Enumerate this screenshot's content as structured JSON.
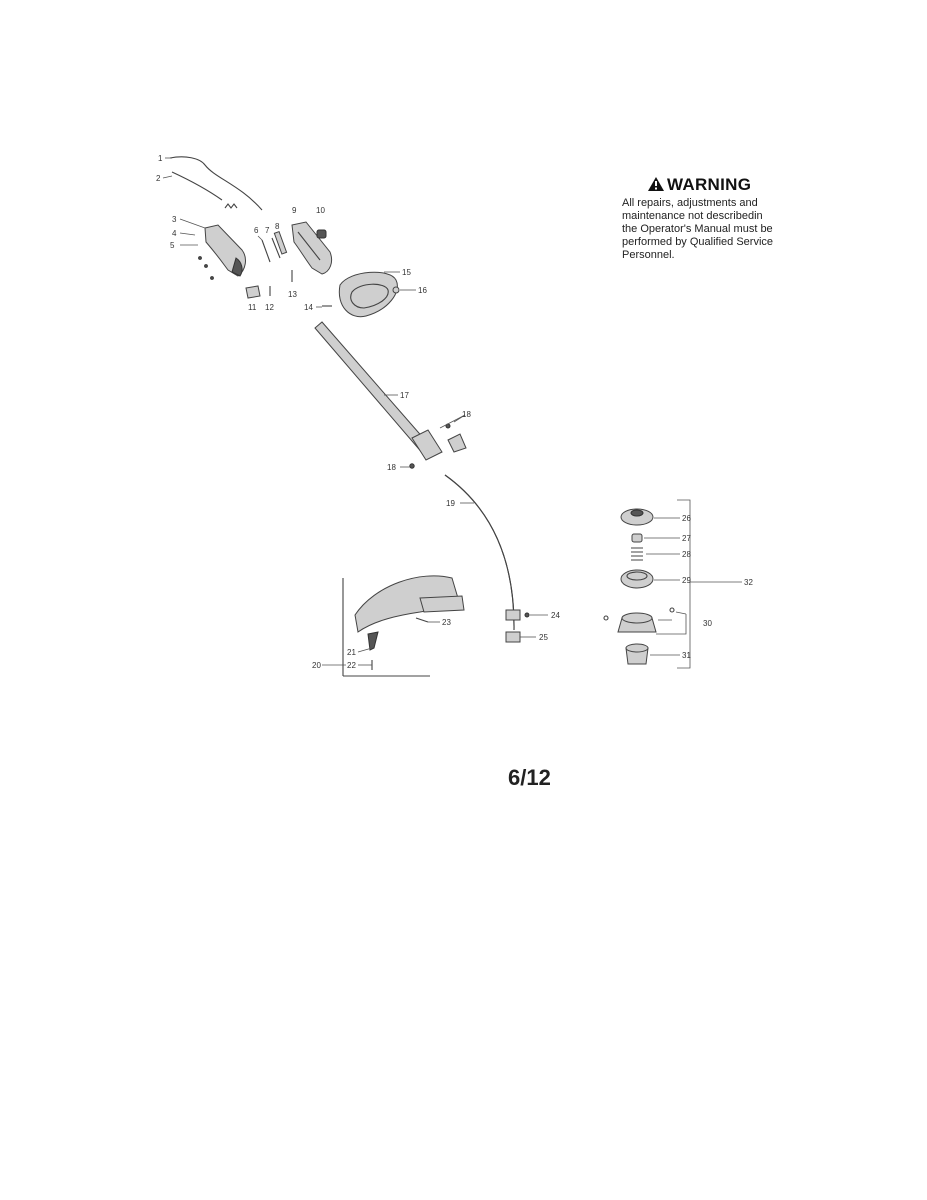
{
  "warning": {
    "title": "WARNING",
    "lines": [
      "All repairs, adjustments and",
      "maintenance not describedin",
      "the Operator's Manual must be",
      "performed by Qualified Service",
      "Personnel."
    ],
    "icon": "warning-triangle-icon"
  },
  "page_number": "6/12",
  "callouts": [
    {
      "id": "1",
      "text": "1"
    },
    {
      "id": "2",
      "text": "2"
    },
    {
      "id": "3",
      "text": "3"
    },
    {
      "id": "4",
      "text": "4"
    },
    {
      "id": "5",
      "text": "5"
    },
    {
      "id": "6",
      "text": "6"
    },
    {
      "id": "7",
      "text": "7"
    },
    {
      "id": "8",
      "text": "8"
    },
    {
      "id": "9",
      "text": "9"
    },
    {
      "id": "10",
      "text": "10"
    },
    {
      "id": "11",
      "text": "11"
    },
    {
      "id": "12",
      "text": "12"
    },
    {
      "id": "13",
      "text": "13"
    },
    {
      "id": "14",
      "text": "14"
    },
    {
      "id": "15",
      "text": "15"
    },
    {
      "id": "16",
      "text": "16"
    },
    {
      "id": "17",
      "text": "17"
    },
    {
      "id": "18a",
      "text": "18"
    },
    {
      "id": "18b",
      "text": "18"
    },
    {
      "id": "19",
      "text": "19"
    },
    {
      "id": "20",
      "text": "20"
    },
    {
      "id": "21",
      "text": "21"
    },
    {
      "id": "22",
      "text": "22"
    },
    {
      "id": "23",
      "text": "23"
    },
    {
      "id": "24",
      "text": "24"
    },
    {
      "id": "25",
      "text": "25"
    },
    {
      "id": "26",
      "text": "26"
    },
    {
      "id": "27",
      "text": "27"
    },
    {
      "id": "28",
      "text": "28"
    },
    {
      "id": "29",
      "text": "29"
    },
    {
      "id": "30",
      "text": "30"
    },
    {
      "id": "31",
      "text": "31"
    },
    {
      "id": "32",
      "text": "32"
    }
  ]
}
